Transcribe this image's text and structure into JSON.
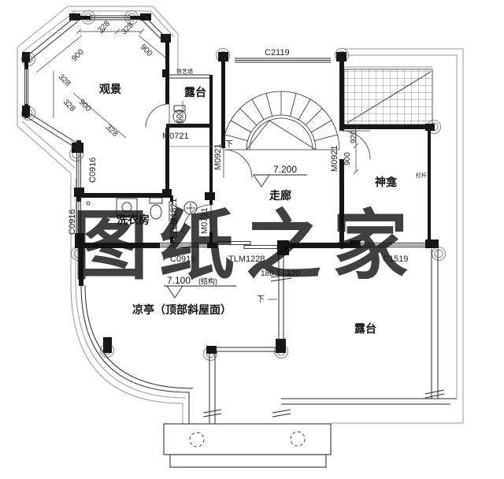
{
  "watermark": {
    "text": "图纸之家",
    "color": "#d6352b"
  },
  "rooms": {
    "observation": "观景",
    "terrace_small": "露台",
    "corridor": "走廊",
    "shrine": "神龛",
    "laundry": "洗衣房",
    "pavilion": "凉亭（顶部斜屋面）",
    "terrace": "露台"
  },
  "levels": {
    "corridor": {
      "value": "7.200"
    },
    "pavilion": {
      "value": "7.100",
      "suffix": "(结构)"
    }
  },
  "openings": {
    "c2119": "C2119",
    "c0916": "C0916",
    "c0919": "C0919",
    "c1519": "C1519",
    "m0721": "M0721",
    "m0921": "M0921",
    "tlm1228": "TLM1228",
    "tlm1821": "TLM1821"
  },
  "dimensions": {
    "d328": "328",
    "d900": "900",
    "d920": "920",
    "d600": "600",
    "d180": "180",
    "d120": "120"
  },
  "notes": {
    "down": "下",
    "iron_wall": "铁艺墙",
    "railing": "栏杆"
  }
}
